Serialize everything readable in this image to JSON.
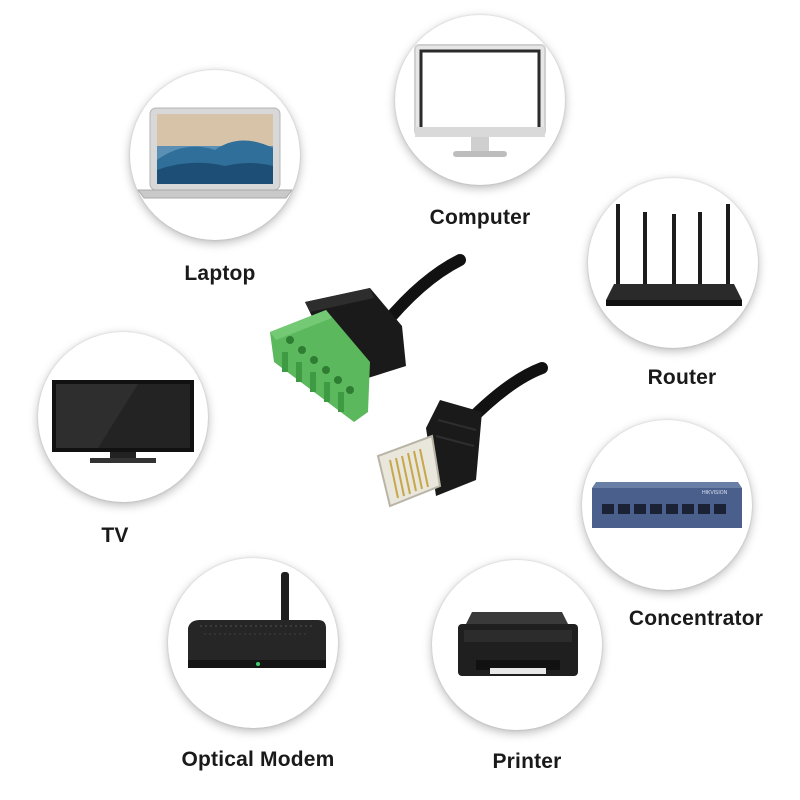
{
  "devices": [
    {
      "id": "laptop",
      "label": "Laptop",
      "icon": "laptop-icon"
    },
    {
      "id": "computer",
      "label": "Computer",
      "icon": "monitor-icon"
    },
    {
      "id": "router",
      "label": "Router",
      "icon": "router-icon"
    },
    {
      "id": "tv",
      "label": "TV",
      "icon": "tv-icon"
    },
    {
      "id": "concentrator",
      "label": "Concentrator",
      "icon": "network-switch-icon"
    },
    {
      "id": "optical_modem",
      "label": "Optical Modem",
      "icon": "optical-modem-icon"
    },
    {
      "id": "printer",
      "label": "Printer",
      "icon": "printer-icon"
    }
  ],
  "switch_brand_text": "HIKVISION",
  "product": {
    "name": "rj45-to-terminal-block-adapter",
    "terminal_color": "#5cb85c",
    "cable_color": "#111111"
  }
}
